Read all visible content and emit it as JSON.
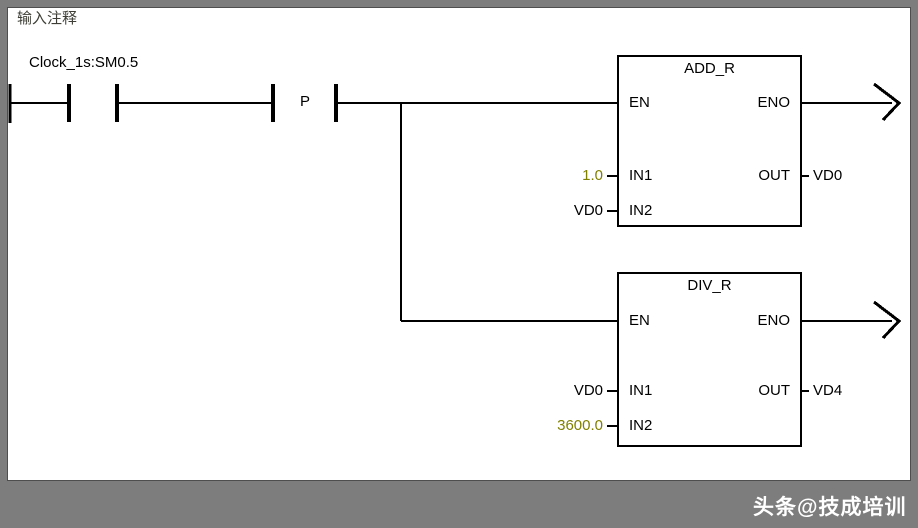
{
  "comment": {
    "text": "输入注释"
  },
  "rung": {
    "contact_label": "Clock_1s:SM0.5",
    "edge_label": "P"
  },
  "blocks": {
    "add": {
      "title": "ADD_R",
      "pins": {
        "en": "EN",
        "eno": "ENO",
        "in1": "IN1",
        "in2": "IN2",
        "out": "OUT"
      },
      "operands": {
        "in1": "1.0",
        "in2": "VD0",
        "out": "VD0"
      }
    },
    "div": {
      "title": "DIV_R",
      "pins": {
        "en": "EN",
        "eno": "ENO",
        "in1": "IN1",
        "in2": "IN2",
        "out": "OUT"
      },
      "operands": {
        "in1": "VD0",
        "in2": "3600.0",
        "out": "VD4"
      }
    }
  },
  "watermark": {
    "text": "头条@技成培训"
  },
  "colors": {
    "constant_operand": "#808000",
    "background": "#7d7d7d",
    "wire": "#000000"
  }
}
